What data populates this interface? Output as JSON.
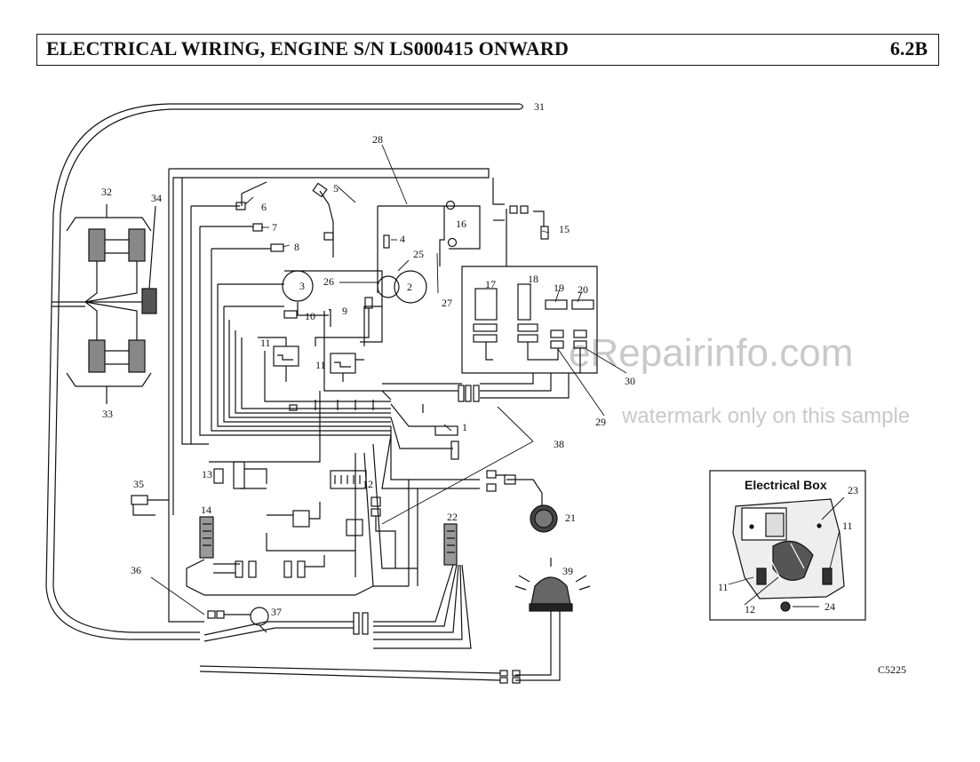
{
  "header": {
    "title": "ELECTRICAL WIRING, ENGINE S/N LS000415 ONWARD",
    "section": "6.2B"
  },
  "labels": {
    "l1": "1",
    "l2": "2",
    "l3": "3",
    "l4": "4",
    "l5": "5",
    "l6": "6",
    "l7": "7",
    "l8": "8",
    "l9": "9",
    "l10": "10",
    "l11a": "11",
    "l11b": "11",
    "l12": "12",
    "l13": "13",
    "l14": "14",
    "l15": "15",
    "l16": "16",
    "l17": "17",
    "l18": "18",
    "l19": "19",
    "l20": "20",
    "l21": "21",
    "l22": "22",
    "l25": "25",
    "l26": "26",
    "l27": "27",
    "l28": "28",
    "l29": "29",
    "l30": "30",
    "l31": "31",
    "l32": "32",
    "l33": "33",
    "l34": "34",
    "l35": "35",
    "l36": "36",
    "l37": "37",
    "l38": "38",
    "l39": "39"
  },
  "electrical_box": {
    "title": "Electrical Box",
    "l23": "23",
    "l11a": "11",
    "l11b": "11",
    "l12": "12",
    "l24": "24"
  },
  "figure_code": "C5225",
  "watermark": {
    "line1": "eRepairinfo.com",
    "line2": "watermark only on this sample"
  }
}
